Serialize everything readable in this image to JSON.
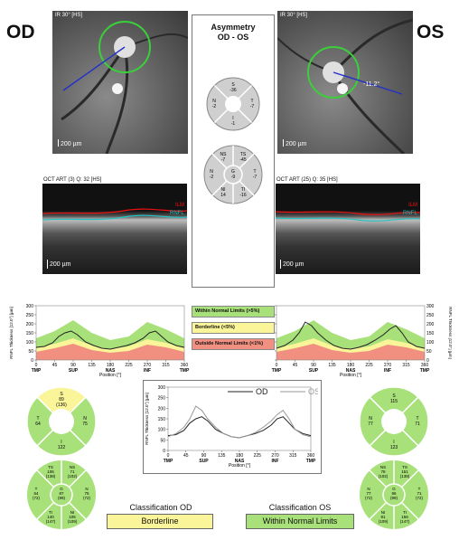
{
  "labels": {
    "od": "OD",
    "os": "OS",
    "ir_od": "IR 30° [HS]",
    "ir_os": "IR 30° [HS]",
    "scale_od": "200 µm",
    "scale_os": "200 µm",
    "scale_oct_od": "200 µm",
    "scale_oct_os": "200 µm",
    "oct_od": "OCT ART (3) Q: 32 [HS]",
    "oct_os": "OCT ART (25) Q: 35 [HS]",
    "ilm": "ILM",
    "rnfl": "RNFL",
    "angle_os": "-11.2°"
  },
  "asymmetry": {
    "title1": "Asymmetry",
    "title2": "OD - OS",
    "ring4": {
      "S": "S",
      "S_v": "-36",
      "N": "N",
      "N_v": "-2",
      "T": "T",
      "T_v": "-7",
      "I": "I",
      "I_v": "-1"
    },
    "ring6": {
      "NS": "NS",
      "NS_v": "-7",
      "TS": "TS",
      "TS_v": "-45",
      "N": "N",
      "N_v": "-2",
      "G": "G",
      "G_v": "-9",
      "T": "T",
      "T_v": "-7",
      "NI": "NI",
      "NI_v": "14",
      "TI": "TI",
      "TI_v": "-16"
    }
  },
  "legend": {
    "wnl": "Within Normal Limits (>5%)",
    "borderline": "Borderline (<5%)",
    "onl": "Outside Normal Limits (<1%)"
  },
  "colors": {
    "green": "#a8e07a",
    "yellow": "#fbf59a",
    "red": "#f18f80",
    "ring": "#3ad03a",
    "od_line": "#222222",
    "os_line": "#999999"
  },
  "chart_data": [
    {
      "type": "line",
      "title": "",
      "ylabel": "RNFL Thickness [12.0°] [µm]",
      "xlabel": "Position [°]",
      "ylim": [
        0,
        300
      ],
      "xlim": [
        0,
        360
      ],
      "yticks": [
        0,
        50,
        100,
        150,
        200,
        250,
        300
      ],
      "xticks": [
        0,
        45,
        90,
        135,
        180,
        225,
        270,
        315,
        360
      ],
      "regions": [
        "TMP",
        "SUP",
        "NAS",
        "INF",
        "TMP"
      ],
      "series": [
        {
          "name": "OD",
          "x": [
            0,
            20,
            40,
            55,
            70,
            85,
            100,
            120,
            140,
            160,
            180,
            200,
            220,
            240,
            260,
            275,
            290,
            305,
            320,
            340,
            360
          ],
          "values": [
            70,
            75,
            95,
            130,
            150,
            160,
            140,
            100,
            80,
            65,
            60,
            70,
            80,
            95,
            120,
            150,
            160,
            130,
            100,
            80,
            70
          ]
        }
      ]
    },
    {
      "type": "line",
      "title": "",
      "ylabel": "RNFL Thickness [12.0°] [µm]",
      "xlabel": "Position [°]",
      "ylim": [
        0,
        300
      ],
      "xlim": [
        0,
        360
      ],
      "yticks": [
        0,
        50,
        100,
        150,
        200,
        250,
        300
      ],
      "xticks": [
        0,
        45,
        90,
        135,
        180,
        225,
        270,
        315,
        360
      ],
      "regions": [
        "TMP",
        "SUP",
        "NAS",
        "INF",
        "TMP"
      ],
      "series": [
        {
          "name": "OS",
          "x": [
            0,
            20,
            40,
            55,
            70,
            85,
            100,
            120,
            140,
            160,
            180,
            200,
            220,
            240,
            260,
            275,
            290,
            305,
            320,
            340,
            360
          ],
          "values": [
            65,
            80,
            110,
            150,
            210,
            190,
            150,
            110,
            80,
            65,
            60,
            70,
            85,
            110,
            140,
            170,
            190,
            150,
            100,
            75,
            65
          ]
        }
      ]
    },
    {
      "type": "line",
      "title": "",
      "ylabel": "RNFL Thickness [12.0°] [µm]",
      "xlabel": "Position [°]",
      "ylim": [
        0,
        300
      ],
      "xlim": [
        0,
        360
      ],
      "yticks": [
        0,
        50,
        100,
        150,
        200,
        250,
        300
      ],
      "xticks": [
        0,
        45,
        90,
        135,
        180,
        225,
        270,
        315,
        360
      ],
      "regions": [
        "TMP",
        "SUP",
        "NAS",
        "INF",
        "TMP"
      ],
      "series": [
        {
          "name": "OD",
          "x": [
            0,
            20,
            40,
            55,
            70,
            85,
            100,
            120,
            140,
            160,
            180,
            200,
            220,
            240,
            260,
            275,
            290,
            305,
            320,
            340,
            360
          ],
          "values": [
            70,
            75,
            95,
            130,
            150,
            160,
            140,
            100,
            80,
            65,
            60,
            70,
            80,
            95,
            120,
            150,
            160,
            130,
            100,
            80,
            70
          ]
        },
        {
          "name": "OS",
          "x": [
            0,
            20,
            40,
            55,
            70,
            85,
            100,
            120,
            140,
            160,
            180,
            200,
            220,
            240,
            260,
            275,
            290,
            305,
            320,
            340,
            360
          ],
          "values": [
            65,
            80,
            110,
            150,
            210,
            190,
            150,
            110,
            80,
            65,
            60,
            70,
            85,
            110,
            140,
            170,
            190,
            150,
            100,
            75,
            65
          ]
        }
      ]
    }
  ],
  "od_ring4": {
    "S": "S",
    "S_v": "89",
    "S_n": "(136)",
    "N": "N",
    "N_v": "75",
    "T": "T",
    "T_v": "64",
    "I": "I",
    "I_v": "122"
  },
  "od_ring6": {
    "TS": "TS",
    "TS_v": "106",
    "TS_n": "(138)",
    "NS": "NS",
    "NS_v": "71",
    "NS_n": "(102)",
    "T": "T",
    "T_v": "64",
    "T_n": "(72)",
    "G": "G",
    "G_v": "87",
    "G_n": "(99)",
    "N": "N",
    "N_v": "75",
    "N_n": "(72)",
    "TI": "TI",
    "TI_v": "140",
    "TI_n": "(147)",
    "NI": "NI",
    "NI_v": "105",
    "NI_n": "(109)"
  },
  "os_ring4": {
    "S": "S",
    "S_v": "115",
    "N": "N",
    "N_v": "77",
    "T": "T",
    "T_v": "71",
    "I": "I",
    "I_v": "123"
  },
  "os_ring6": {
    "NS": "NS",
    "NS_v": "78",
    "NS_n": "(102)",
    "TS": "TS",
    "TS_v": "151",
    "TS_n": "(138)",
    "N": "N",
    "N_v": "77",
    "N_n": "(72)",
    "G": "G",
    "G_v": "96",
    "G_n": "(99)",
    "T": "T",
    "T_v": "71",
    "T_n": "(72)",
    "NI": "NI",
    "NI_v": "91",
    "NI_n": "(109)",
    "TI": "TI",
    "TI_v": "156",
    "TI_n": "(147)"
  },
  "classification": {
    "od_title": "Classification OD",
    "os_title": "Classification OS",
    "od_value": "Borderline",
    "os_value": "Within Normal Limits"
  }
}
